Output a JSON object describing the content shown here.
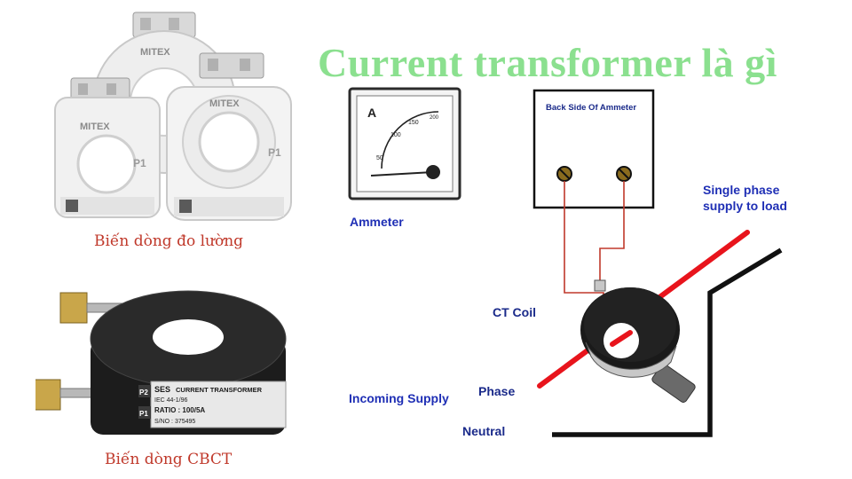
{
  "title": "Current transformer là gì",
  "left_panel": {
    "measuring_ct_caption": "Biến dòng đo lường",
    "cbct_caption": "Biến dòng CBCT",
    "brand_mark": "MITEX",
    "terminal_p1": "P1",
    "terminal_p2": "P2",
    "cbct_brand": "SES",
    "cbct_label_line1": "CURRENT TRANSFORMER",
    "cbct_label_line2": "IEC 44-1/96",
    "cbct_label_line3": "RATIO : 100/5A",
    "cbct_label_line4": "S/NO : 375495"
  },
  "diagram": {
    "ammeter_label": "Ammeter",
    "ammeter_unit": "A",
    "ammeter_scale": [
      "50",
      "100",
      "150",
      "200"
    ],
    "back_side_label": "Back Side Of Ammeter",
    "supply_label_line1": "Single phase",
    "supply_label_line2": "supply to load",
    "ct_coil_label": "CT Coil",
    "phase_label": "Phase",
    "incoming_label": "Incoming Supply",
    "neutral_label": "Neutral"
  },
  "colors": {
    "title_green": "#8be08f",
    "caption_red": "#c0392b",
    "label_blue": "#1f2fb5",
    "phase_wire_red": "#e8141c",
    "neutral_wire_black": "#111111"
  }
}
